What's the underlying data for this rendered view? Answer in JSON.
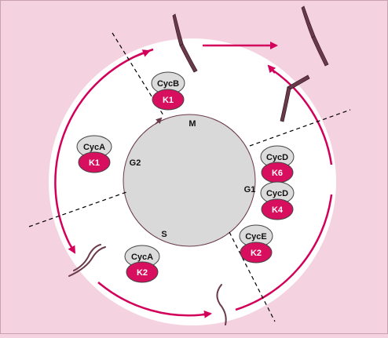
{
  "phases": {
    "m": "M",
    "g1": "G1",
    "s": "S",
    "g2": "G2"
  },
  "complexes": [
    {
      "cyclin": "CycB",
      "kinase": "K1"
    },
    {
      "cyclin": "CycA",
      "kinase": "K1"
    },
    {
      "cyclin": "CycD",
      "kinase": "K6"
    },
    {
      "cyclin": "CycD",
      "kinase": "K4"
    },
    {
      "cyclin": "CycE",
      "kinase": "K2"
    },
    {
      "cyclin": "CycA",
      "kinase": "K2"
    }
  ],
  "colors": {
    "background": "#f4d2e0",
    "ring": "#ffffff",
    "core": "#d9d9d9",
    "arrow": "#d2005a",
    "cyclin": "#dcdcdc",
    "kinase": "#d80f5e",
    "chromosome": "#6b3a4a"
  }
}
